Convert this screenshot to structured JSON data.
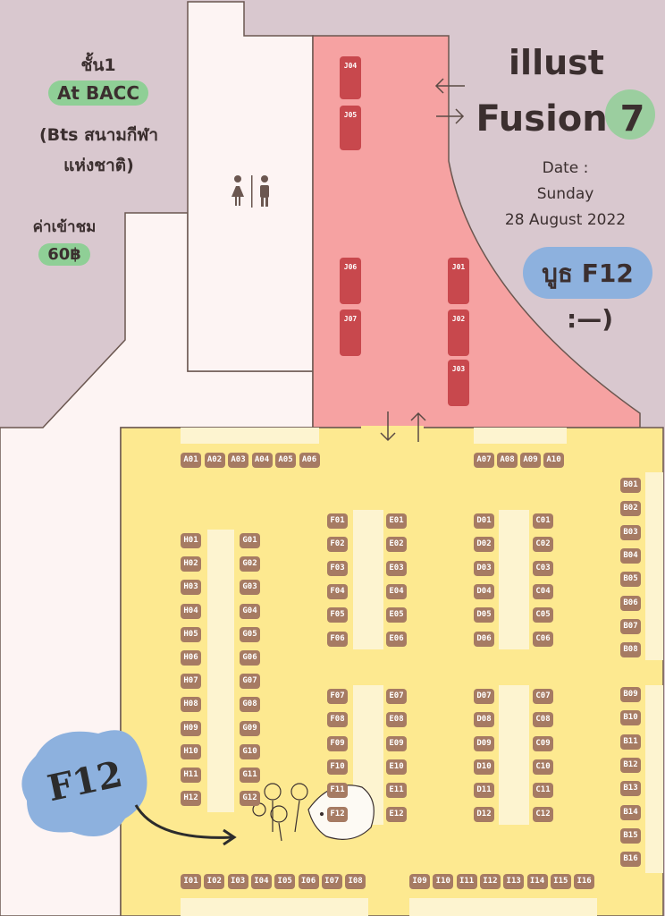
{
  "venue": {
    "floor": "ชั้น1",
    "location": "At BACC",
    "transit_line1": "(Bts สนามกีฬา",
    "transit_line2": "แห่งชาติ)",
    "fee_label": "ค่าเข้าชม",
    "fee_value": "60฿"
  },
  "event": {
    "title_line1": "illust",
    "title_line2": "Fusion 7",
    "date_label": "Date :",
    "day": "Sunday",
    "date": "28 August 2022",
    "booth_callout": "บูธ F12",
    "emoticon": ":—)"
  },
  "highlight": {
    "label": "F12"
  },
  "restroom": {
    "icon": "restroom-icon"
  },
  "colors": {
    "background": "#d9c8cf",
    "main_hall": "#fde990",
    "j_zone": "#f6a2a2",
    "booth": "#a67b63",
    "j_booth": "#c8484d",
    "highlight": "#8db1de",
    "venue_pill": "#8fcf96"
  },
  "booths": {
    "A": [
      "A01",
      "A02",
      "A03",
      "A04",
      "A05",
      "A06",
      "A07",
      "A08",
      "A09",
      "A10"
    ],
    "B": [
      "B01",
      "B02",
      "B03",
      "B04",
      "B05",
      "B06",
      "B07",
      "B08",
      "B09",
      "B10",
      "B11",
      "B12",
      "B13",
      "B14",
      "B15",
      "B16"
    ],
    "C": [
      "C01",
      "C02",
      "C03",
      "C04",
      "C05",
      "C06",
      "C07",
      "C08",
      "C09",
      "C10",
      "C11",
      "C12"
    ],
    "D": [
      "D01",
      "D02",
      "D03",
      "D04",
      "D05",
      "D06",
      "D07",
      "D08",
      "D09",
      "D10",
      "D11",
      "D12"
    ],
    "E": [
      "E01",
      "E02",
      "E03",
      "E04",
      "E05",
      "E06",
      "E07",
      "E08",
      "E09",
      "E10",
      "E11",
      "E12"
    ],
    "F": [
      "F01",
      "F02",
      "F03",
      "F04",
      "F05",
      "F06",
      "F07",
      "F08",
      "F09",
      "F10",
      "F11",
      "F12"
    ],
    "G": [
      "G01",
      "G02",
      "G03",
      "G04",
      "G05",
      "G06",
      "G07",
      "G08",
      "G09",
      "G10",
      "G11",
      "G12"
    ],
    "H": [
      "H01",
      "H02",
      "H03",
      "H04",
      "H05",
      "H06",
      "H07",
      "H08",
      "H09",
      "H10",
      "H11",
      "H12"
    ],
    "I": [
      "I01",
      "I02",
      "I03",
      "I04",
      "I05",
      "I06",
      "I07",
      "I08",
      "I09",
      "I10",
      "I11",
      "I12",
      "I13",
      "I14",
      "I15",
      "I16"
    ],
    "J": [
      "J01",
      "J02",
      "J03",
      "J04",
      "J05",
      "J06",
      "J07"
    ]
  }
}
